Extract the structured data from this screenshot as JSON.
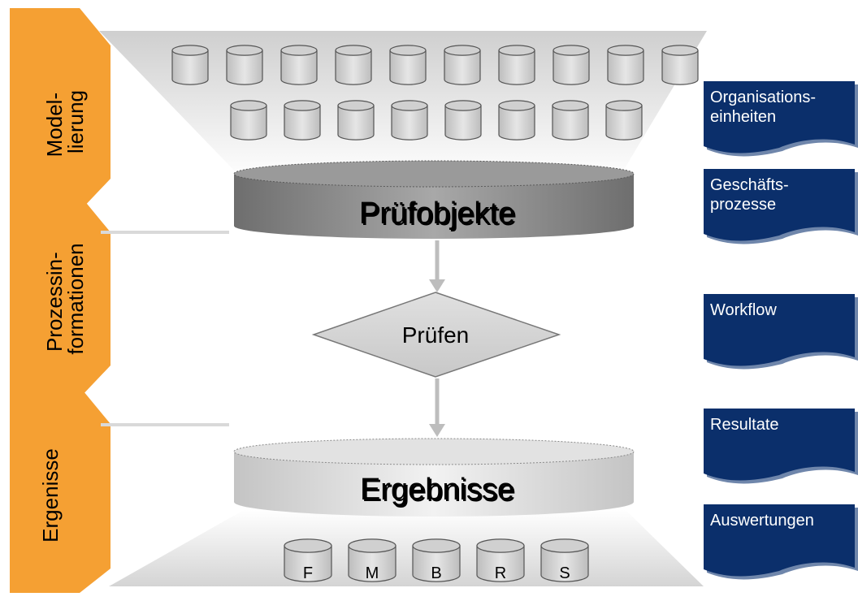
{
  "phases": [
    {
      "id": "modelierung",
      "lines": [
        "Model-",
        "lierung"
      ]
    },
    {
      "id": "prozessinformationen",
      "lines": [
        "Prozessin-",
        "formationen"
      ]
    },
    {
      "id": "ergebnisse",
      "lines": [
        "Ergenisse"
      ]
    }
  ],
  "center": {
    "pruefobjekte": "Prüfobjekte",
    "pruefen": "Prüfen",
    "ergebnisse": "Ergebnisse"
  },
  "result_stores": [
    "F",
    "M",
    "B",
    "R",
    "S"
  ],
  "documents": [
    {
      "id": "organisationseinheiten",
      "label": "Organisations-\neinheiten"
    },
    {
      "id": "geschaeftsprozesse",
      "label": "Geschäfts-\nprozesse"
    },
    {
      "id": "workflow",
      "label": "Workflow"
    },
    {
      "id": "resultate",
      "label": "Resultate"
    },
    {
      "id": "auswertungen",
      "label": "Auswertungen"
    }
  ],
  "colors": {
    "phase_orange": "#F5A033",
    "doc_navy": "#0B2F6B",
    "cylinder_light": "#D9D9D9",
    "cylinder_dark": "#808080"
  }
}
